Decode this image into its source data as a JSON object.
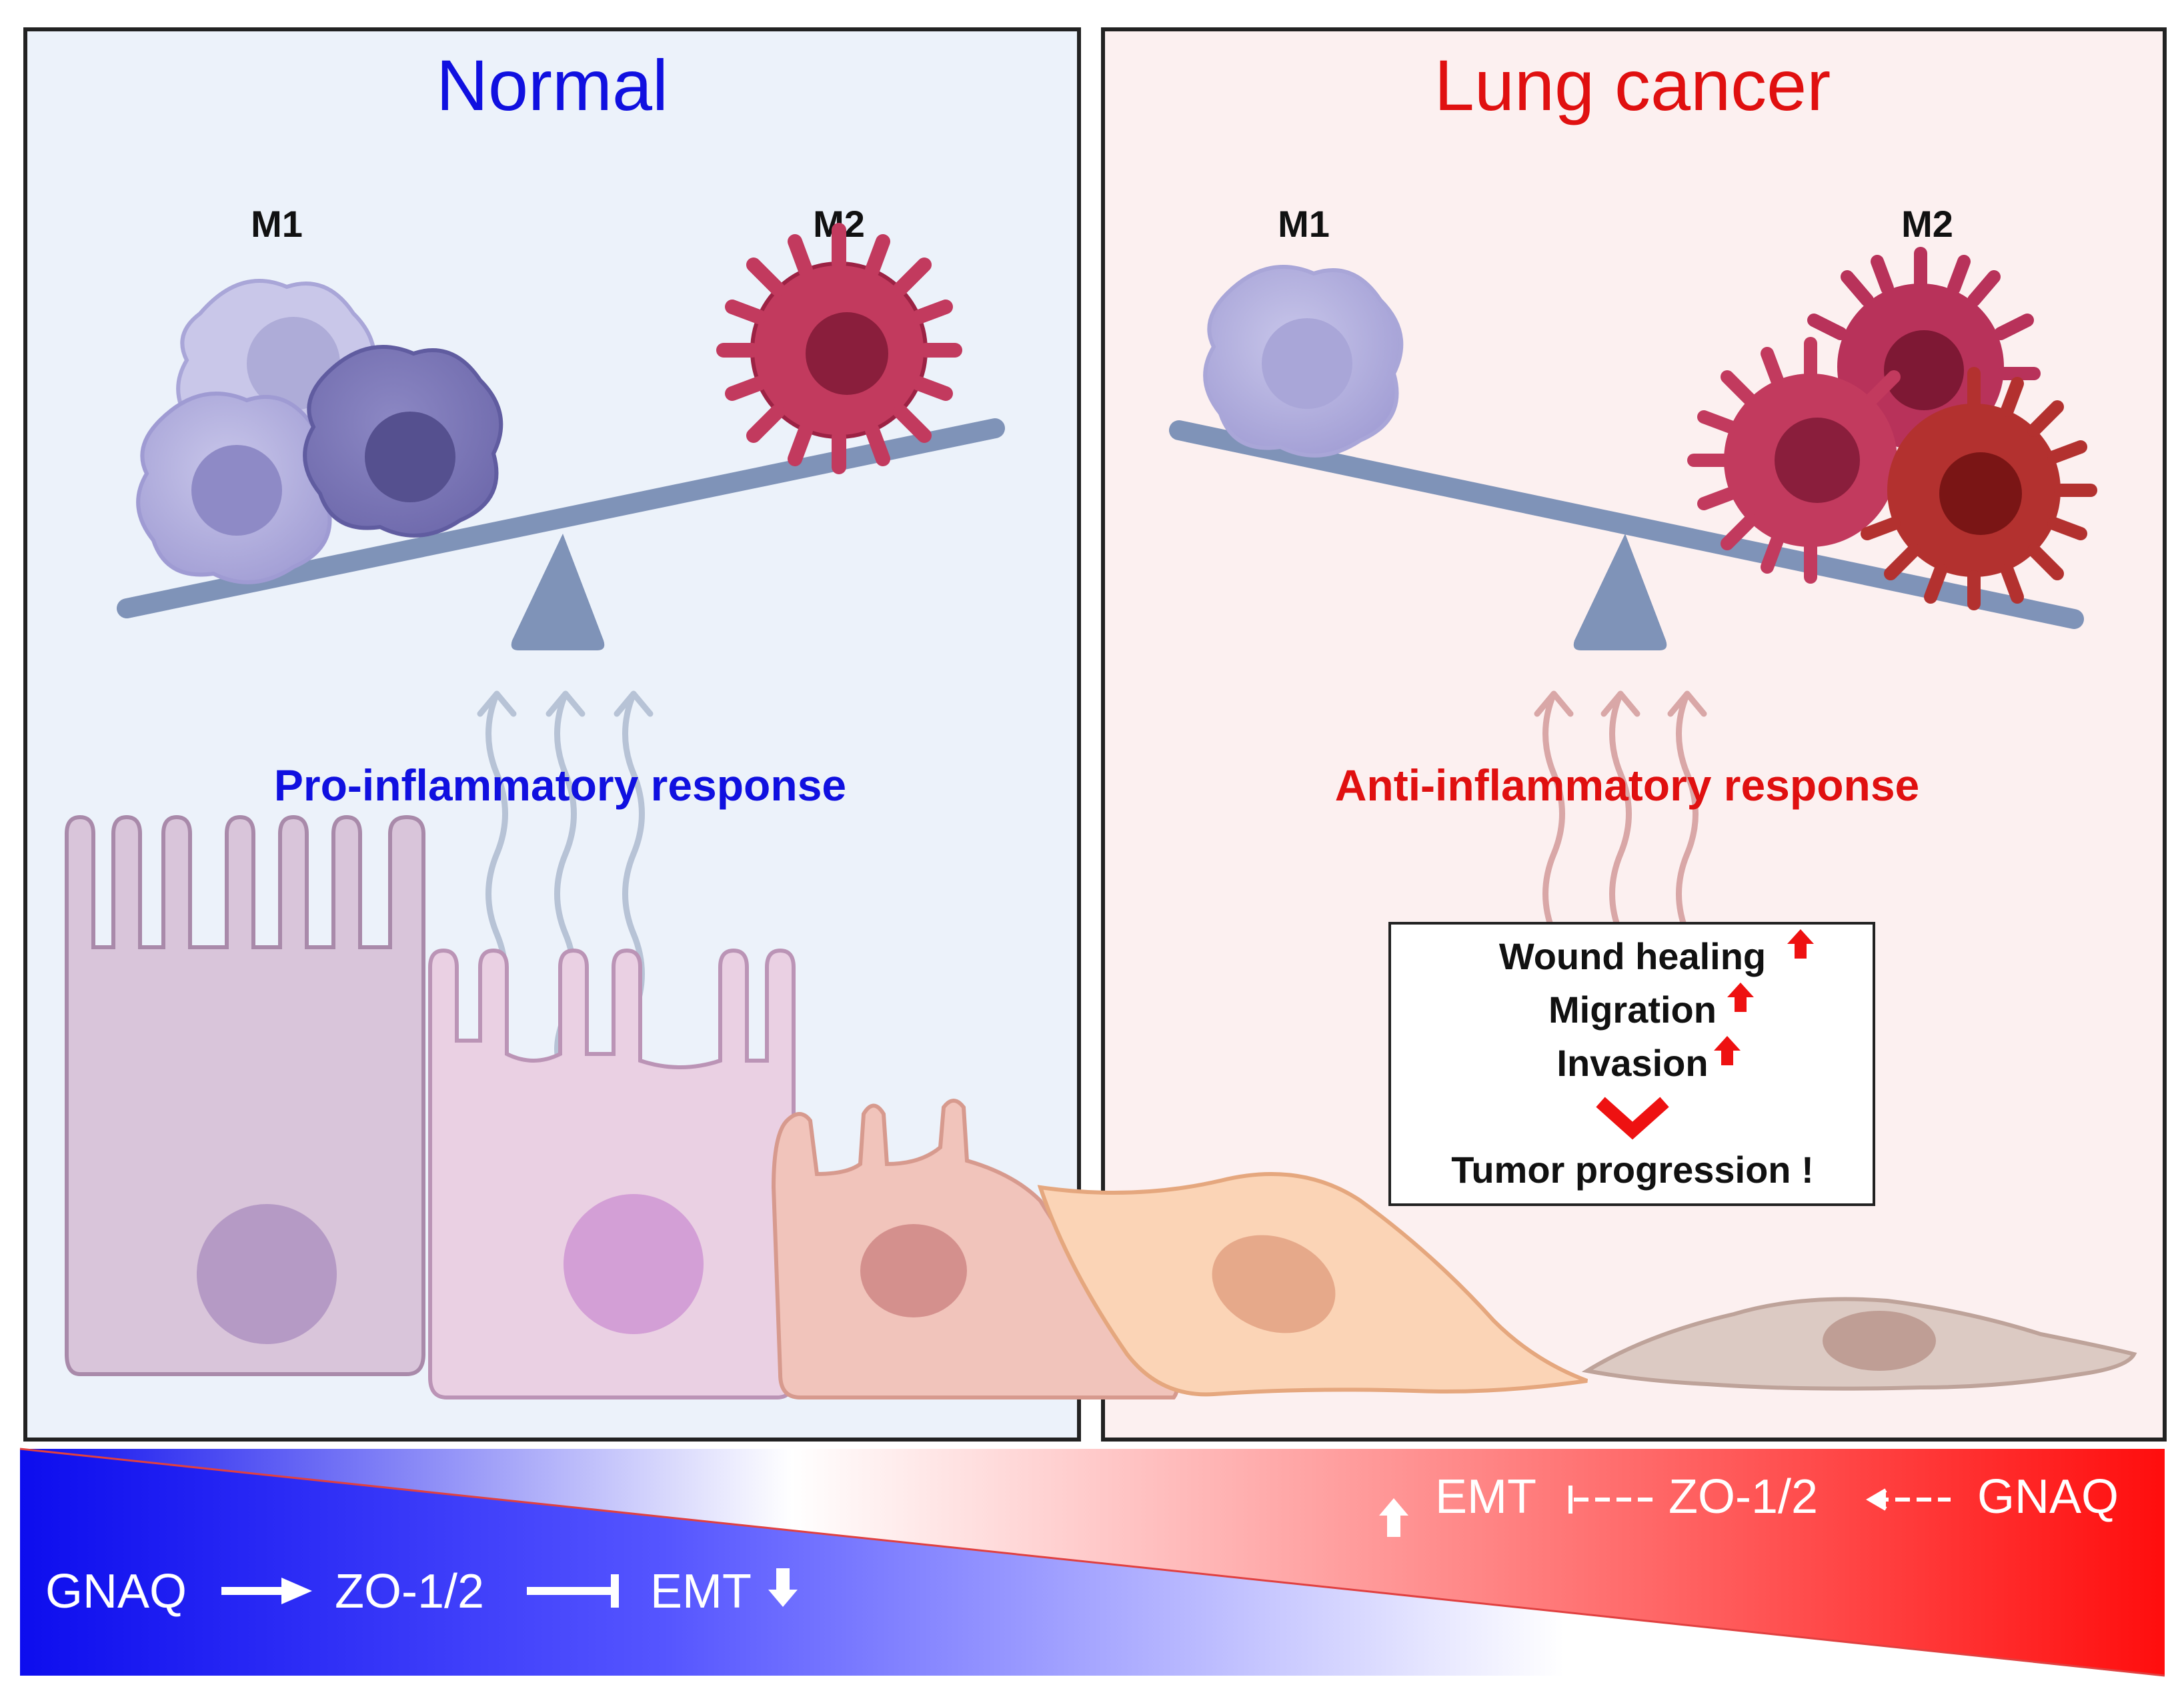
{
  "panels": {
    "normal": {
      "title": "Normal",
      "m1_label": "M1",
      "m2_label": "M2",
      "response": "Pro-inflammatory response"
    },
    "cancer": {
      "title": "Lung cancer",
      "m1_label": "M1",
      "m2_label": "M2",
      "response": "Anti-inflammatory response"
    }
  },
  "effects_box": {
    "items": [
      "Wound healing",
      "Migration",
      "Invasion"
    ],
    "outcome": "Tumor progression !"
  },
  "pathway_bar": {
    "normal": {
      "gene": "GNAQ",
      "target": "ZO-1/2",
      "process": "EMT"
    },
    "cancer": {
      "process": "EMT",
      "target": "ZO-1/2",
      "gene": "GNAQ"
    }
  },
  "colors": {
    "normal_title": "#1010e0",
    "cancer_title": "#e01010",
    "normal_panel_bg": "#ecf2fa",
    "cancer_panel_bg": "#fcf0f0",
    "bar_blue": "#1010f0",
    "bar_red": "#ff1010",
    "scale_beam": "#7f93b8",
    "m1_cell": "#a9a6d8",
    "m2_cell": "#c23a5e"
  },
  "icons": [
    "up-arrow-icon",
    "down-arrow-icon",
    "chevron-down-icon",
    "activation-arrow-icon",
    "inhibition-arrow-icon"
  ]
}
